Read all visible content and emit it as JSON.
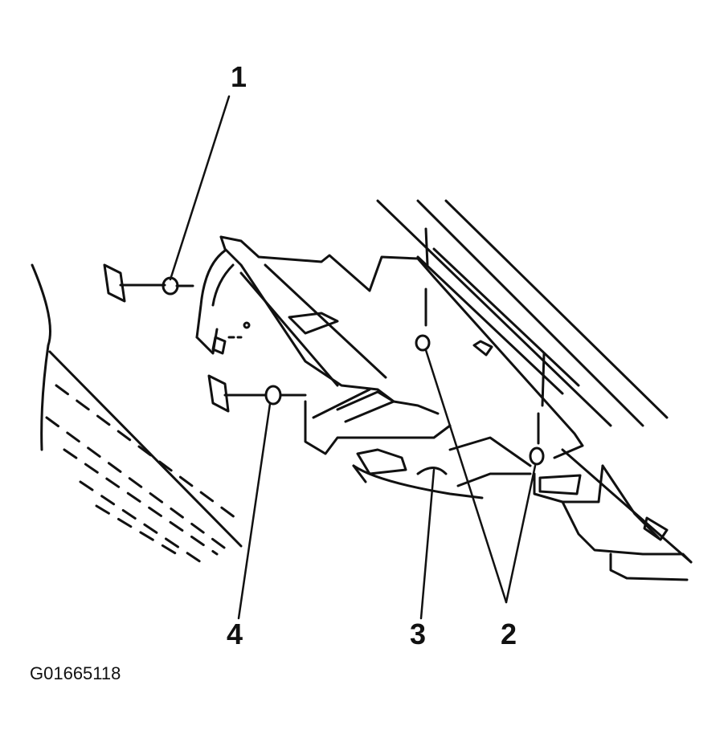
{
  "figure_id": "G01665118",
  "callouts": {
    "c1": "1",
    "c2": "2",
    "c3": "3",
    "c4": "4"
  },
  "colors": {
    "ink": "#111111",
    "paper": "#ffffff"
  }
}
